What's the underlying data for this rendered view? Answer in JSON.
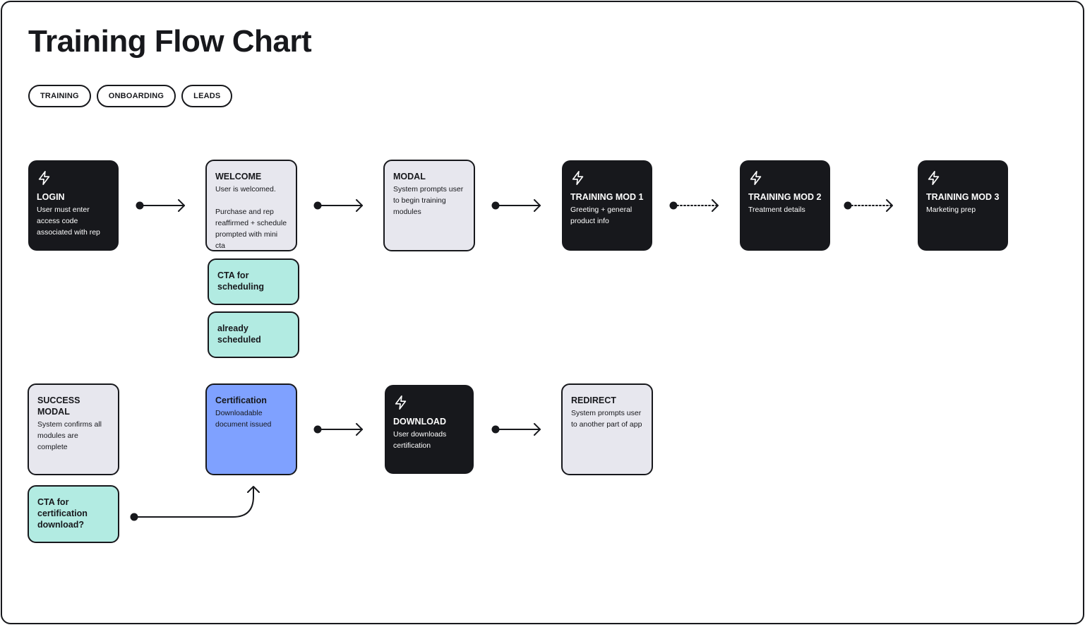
{
  "title": "Training Flow Chart",
  "tags": [
    "TRAINING",
    "ONBOARDING",
    "LEADS"
  ],
  "nodes": {
    "login": {
      "title": "LOGIN",
      "desc": "User must enter access code associated with rep",
      "icon": "lightning-icon"
    },
    "welcome": {
      "title": "WELCOME",
      "desc": "User is welcomed.\n\nPurchase and rep reaffirmed + schedule prompted with mini cta"
    },
    "modal": {
      "title": "MODAL",
      "desc": "System prompts user to begin training modules"
    },
    "training_mod_1": {
      "title": "TRAINING MOD 1",
      "desc": "Greeting + general product info",
      "icon": "lightning-icon"
    },
    "training_mod_2": {
      "title": "TRAINING MOD 2",
      "desc": "Treatment details",
      "icon": "lightning-icon"
    },
    "training_mod_3": {
      "title": "TRAINING MOD 3",
      "desc": "Marketing prep",
      "icon": "lightning-icon"
    },
    "cta_scheduling": {
      "title": "CTA for scheduling"
    },
    "already_scheduled": {
      "title": "already scheduled"
    },
    "success_modal": {
      "title": "SUCCESS MODAL",
      "desc": "System confirms all modules are complete"
    },
    "certification": {
      "title": "Certification",
      "desc": "Downloadable document issued"
    },
    "download": {
      "title": "DOWNLOAD",
      "desc": "User downloads certification",
      "icon": "lightning-icon"
    },
    "redirect": {
      "title": "REDIRECT",
      "desc": "System prompts user to another part of app"
    },
    "cta_certification": {
      "title": "CTA for certification download?"
    }
  },
  "colors": {
    "dark": "#17181c",
    "light": "#e7e7ee",
    "teal": "#b2ebe2",
    "blue": "#7fa1ff"
  }
}
